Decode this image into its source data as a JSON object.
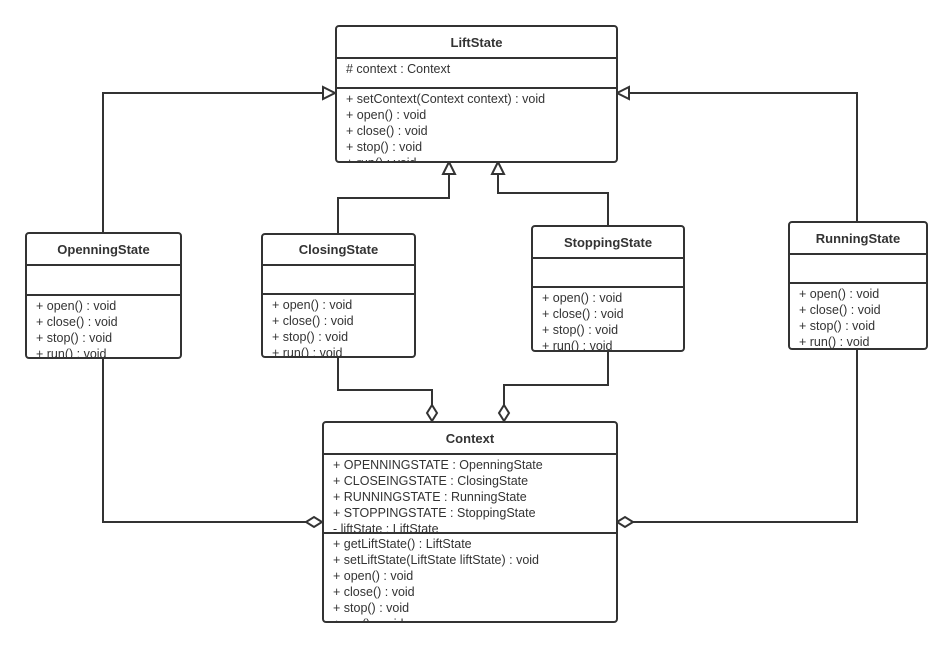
{
  "classes": {
    "liftstate": {
      "name": "LiftState",
      "attributes": [
        "# context : Context"
      ],
      "methods": [
        "+ setContext(Context context) : void",
        "+ open() : void",
        "+ close() : void",
        "+ stop() : void",
        "+ run() : void"
      ]
    },
    "openning": {
      "name": "OpenningState",
      "attributes": [],
      "methods": [
        "+ open() : void",
        "+ close() : void",
        "+ stop() : void",
        "+ run() : void"
      ]
    },
    "closing": {
      "name": "ClosingState",
      "attributes": [],
      "methods": [
        "+ open() : void",
        "+ close() : void",
        "+ stop() : void",
        "+ run() : void"
      ]
    },
    "stopping": {
      "name": "StoppingState",
      "attributes": [],
      "methods": [
        "+ open() : void",
        "+ close() : void",
        "+ stop() : void",
        "+ run() : void"
      ]
    },
    "running": {
      "name": "RunningState",
      "attributes": [],
      "methods": [
        "+ open() : void",
        "+ close() : void",
        "+ stop() : void",
        "+ run() : void"
      ]
    },
    "context": {
      "name": "Context",
      "attributes": [
        "+ OPENNINGSTATE : OpenningState",
        "+ CLOSEINGSTATE : ClosingState",
        "+ RUNNINGSTATE : RunningState",
        "+ STOPPINGSTATE : StoppingState",
        "- liftState : LiftState"
      ],
      "methods": [
        "+ getLiftState() : LiftState",
        "+ setLiftState(LiftState liftState) : void",
        "+ open() : void",
        "+ close() : void",
        "+ stop() : void",
        "+ run() : void"
      ]
    }
  },
  "relations": [
    {
      "type": "generalization",
      "from": "OpenningState",
      "to": "LiftState"
    },
    {
      "type": "generalization",
      "from": "ClosingState",
      "to": "LiftState"
    },
    {
      "type": "generalization",
      "from": "StoppingState",
      "to": "LiftState"
    },
    {
      "type": "generalization",
      "from": "RunningState",
      "to": "LiftState"
    },
    {
      "type": "aggregation",
      "from": "OpenningState",
      "to": "Context"
    },
    {
      "type": "aggregation",
      "from": "ClosingState",
      "to": "Context"
    },
    {
      "type": "aggregation",
      "from": "StoppingState",
      "to": "Context"
    },
    {
      "type": "aggregation",
      "from": "RunningState",
      "to": "Context"
    }
  ],
  "colors": {
    "line": "#333333",
    "background": "#ffffff"
  }
}
